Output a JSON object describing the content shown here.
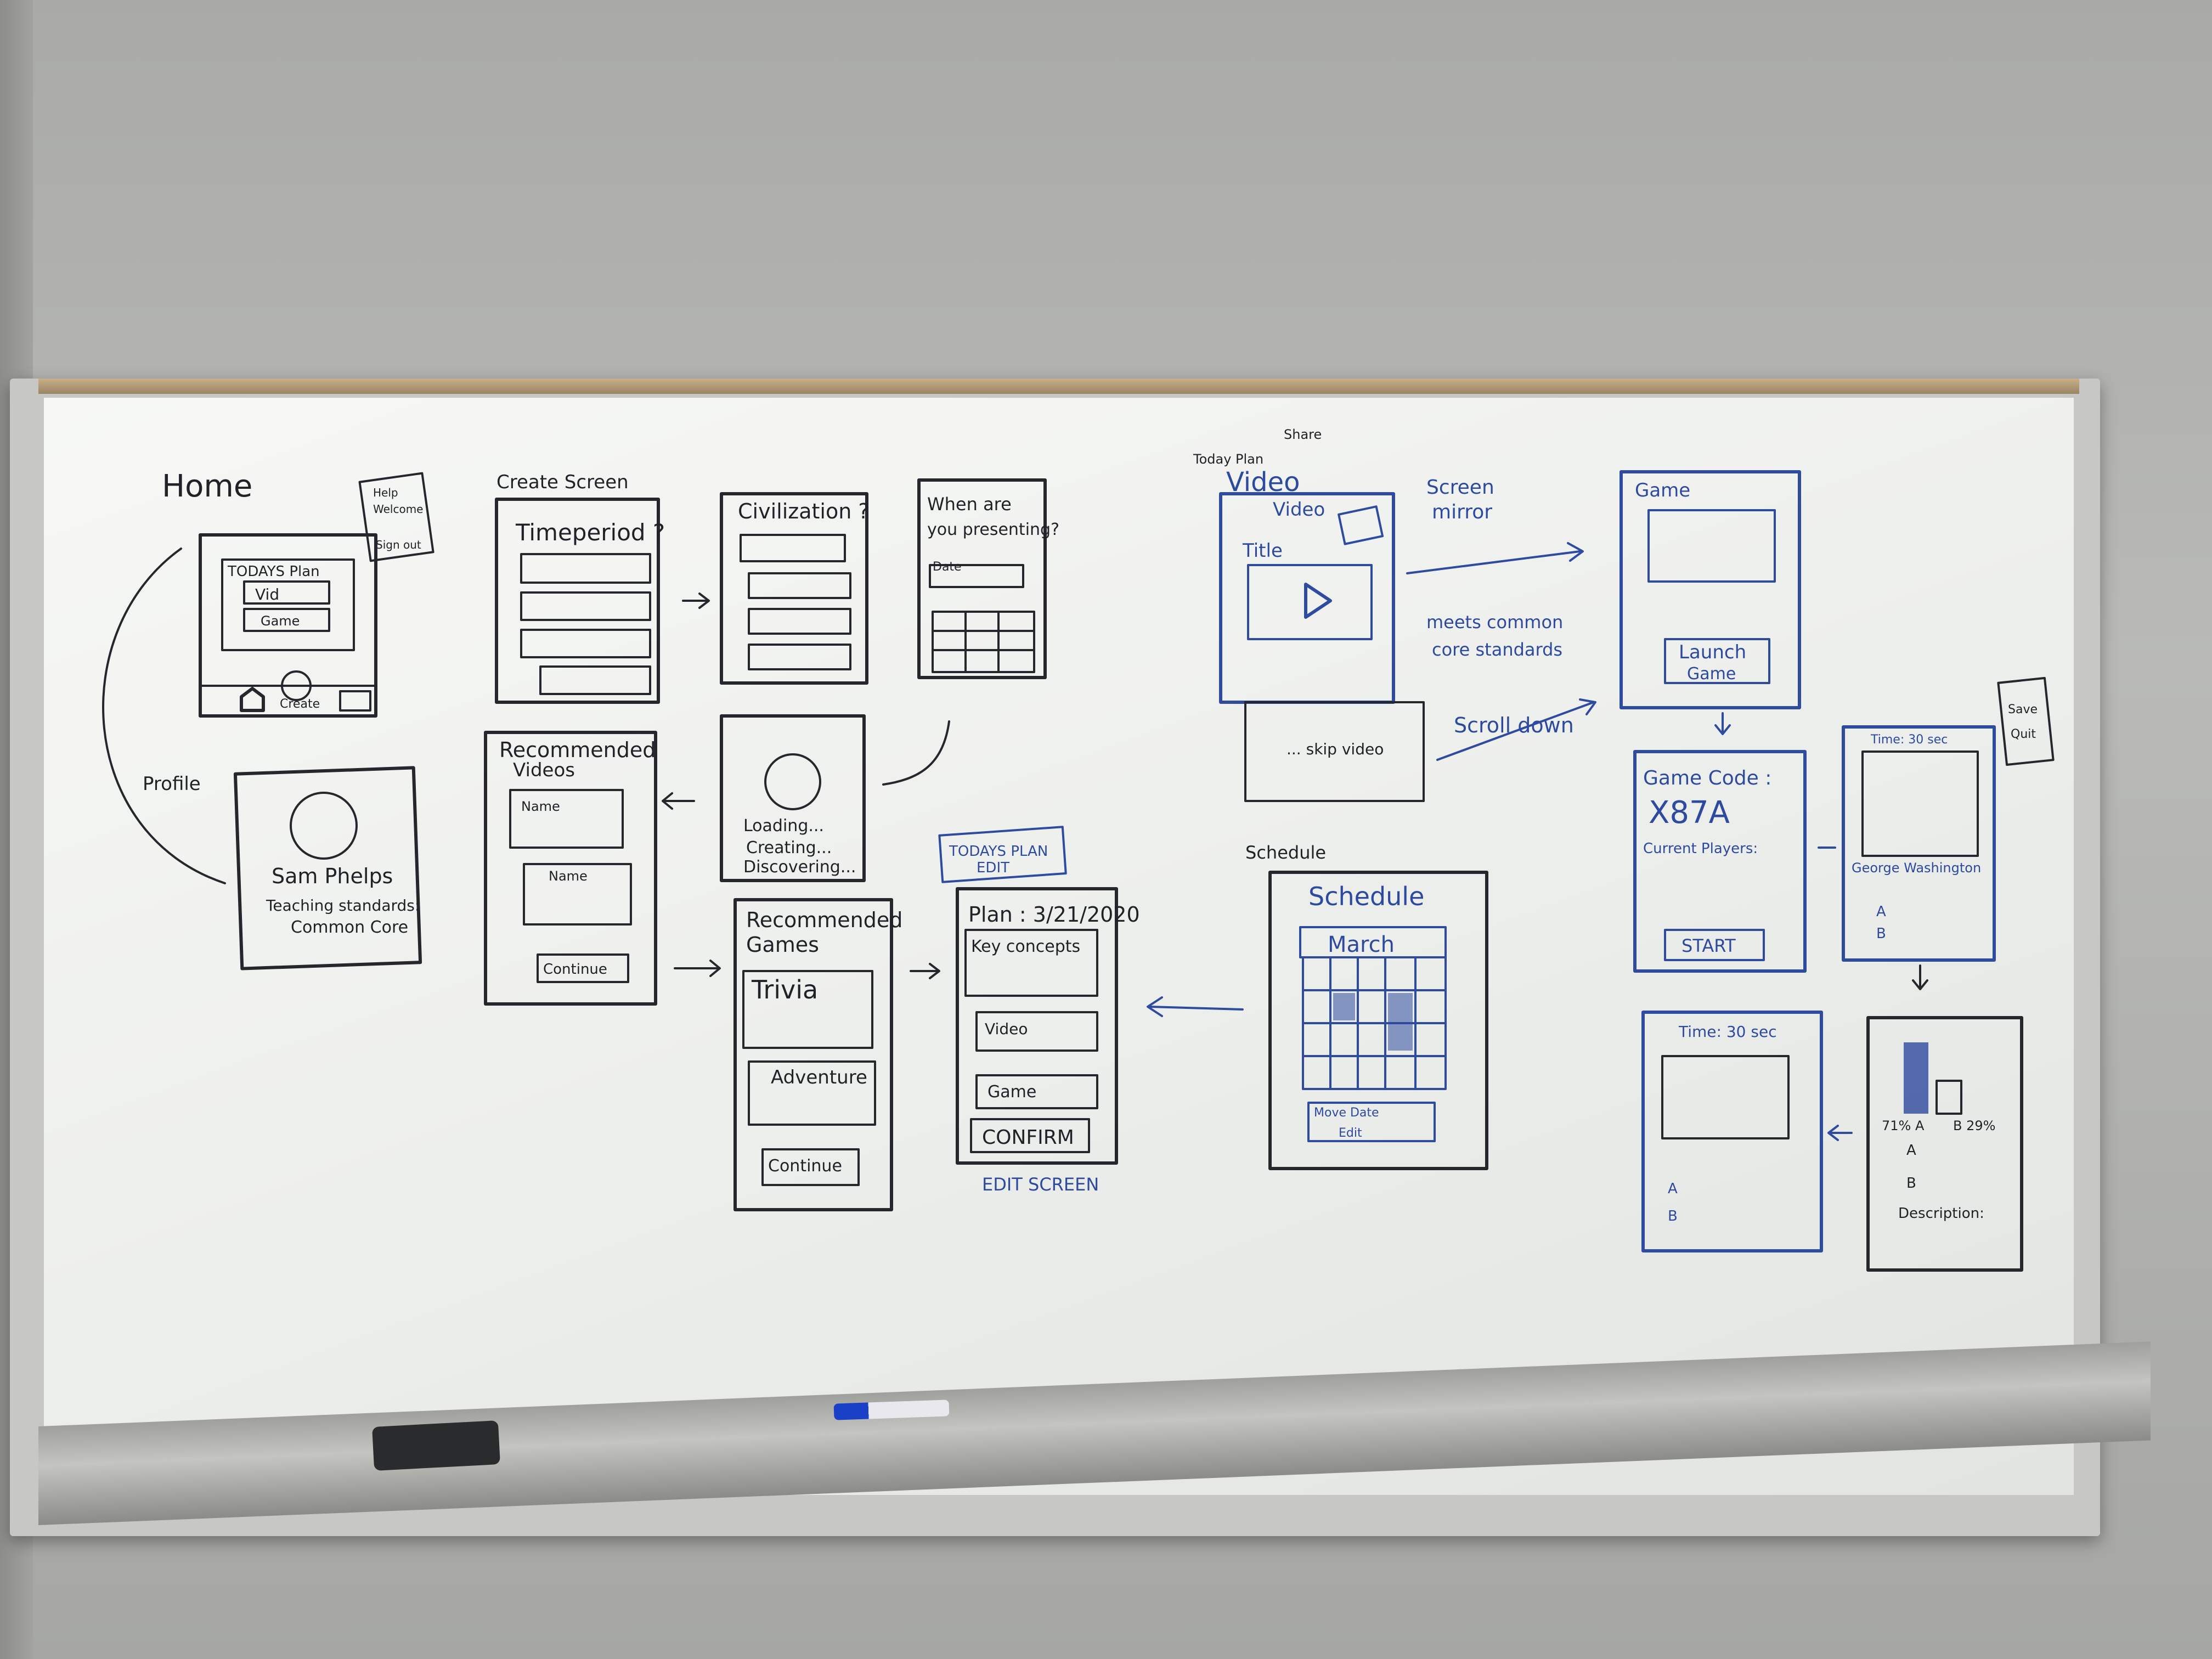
{
  "photo": {
    "subject": "whiteboard",
    "colors": {
      "wall": "#aeafab",
      "board": "#f2f3f1",
      "black_ink": "#202228",
      "blue_ink": "#2d4a9e",
      "eraser": "#2a2b2c",
      "marker": "#1b40c8"
    }
  },
  "labels": {
    "home": "Home",
    "help_menu": [
      "Help",
      "Welcome",
      "Sign out"
    ],
    "todays_plan": "TODAYS Plan",
    "vid": "Vid",
    "game": "Game",
    "create": "Create",
    "profile": "Profile",
    "profile_name": "Sam Phelps",
    "teaching_standards": "Teaching standards:",
    "common_core": "Common Core",
    "create_screen": "Create Screen",
    "timeperiod": "Timeperiod ?",
    "civilization": "Civilization ?",
    "when_presenting": [
      "When are",
      "you presenting?"
    ],
    "date": "Date",
    "loading": [
      "Loading...",
      "Creating...",
      "Discovering..."
    ],
    "recommended_videos": [
      "Recommended",
      "Videos"
    ],
    "name": "Name",
    "continue": "Continue",
    "recommended_games": [
      "Recommended",
      "Games"
    ],
    "trivia": "Trivia",
    "adventure": "Adventure",
    "todays_plan_edit": [
      "TODAYS PLAN",
      "EDIT"
    ],
    "plan": "Plan : 3/21/2020",
    "key_concepts": "Key concepts",
    "video": "Video",
    "confirm": "CONFIRM",
    "edit_screen": "EDIT SCREEN",
    "today_plan_share": [
      "Today Plan",
      "Share"
    ],
    "video_heading": "Video",
    "title": "Title",
    "screen_mirror": [
      "Screen",
      "mirror"
    ],
    "meets_common_core": [
      "meets common",
      "core standards"
    ],
    "skip_video": "... skip video",
    "scroll_down": "Scroll down",
    "schedule": "Schedule",
    "march": "March",
    "move_date": "Move Date",
    "edit": "Edit",
    "launch_game": [
      "Launch",
      "Game"
    ],
    "game_code": "Game Code :",
    "code": "X87A",
    "current_players": "Current Players:",
    "start": "START",
    "time_30sec": "Time: 30 sec",
    "save": "Save",
    "quit": "Quit",
    "george_washington": "George Washington",
    "answer_a": "A",
    "answer_b": "B",
    "percent_a": "71% A",
    "percent_b": "B 29%",
    "description": "Description:"
  }
}
